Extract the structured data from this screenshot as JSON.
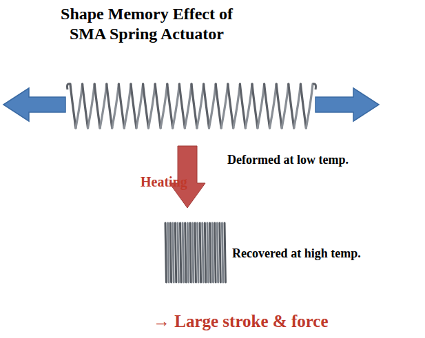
{
  "diagram": {
    "title": "Shape Memory Effect of SMA Spring Actuator",
    "labels": [
      "Deformed at low temp.",
      "Heating",
      "Recovered at high temp.",
      "→ Large stroke & force"
    ]
  }
}
